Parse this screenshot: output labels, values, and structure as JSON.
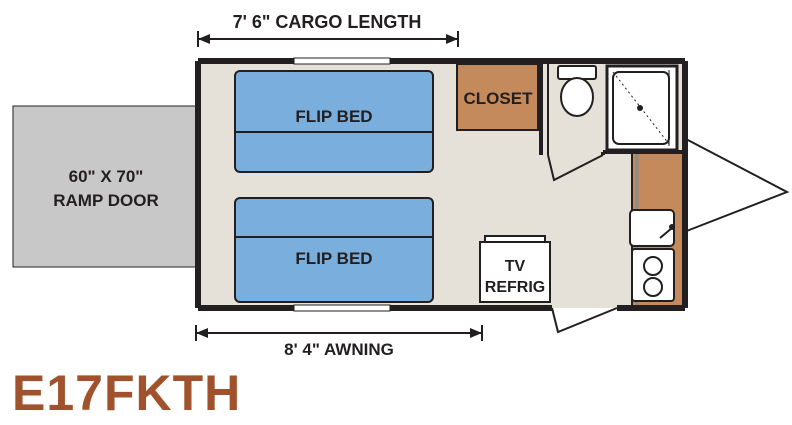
{
  "labels": {
    "cargo_length": "7' 6\" CARGO LENGTH",
    "awning": "8' 4\" AWNING",
    "ramp_door_line1": "60\" X 70\"",
    "ramp_door_line2": "RAMP DOOR",
    "flip_bed_top": "FLIP BED",
    "flip_bed_bottom": "FLIP BED",
    "closet": "CLOSET",
    "tv_line1": "TV",
    "tv_line2": "REFRIG"
  },
  "model_name": "E17FKTH",
  "colors": {
    "bed": "#7aaedc",
    "closet": "#c58a5c",
    "floor": "#e5e1d8",
    "ramp": "#c8c8c8",
    "wall": "#231f20",
    "model": "#a0522d"
  }
}
